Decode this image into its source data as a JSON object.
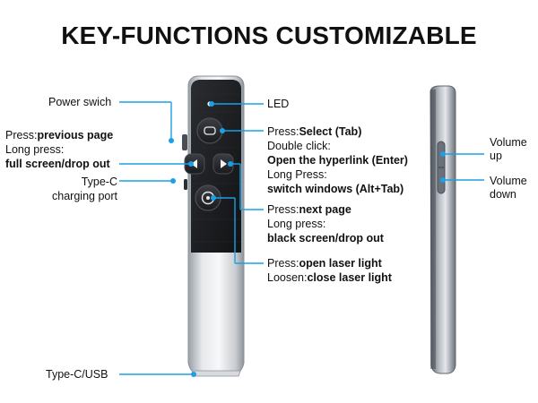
{
  "title": "KEY-FUNCTIONS CUSTOMIZABLE",
  "front_left": {
    "power_switch": "Power swich",
    "prev_press_prefix": "Press:",
    "prev_press_value": "previous page",
    "prev_long": "Long press:",
    "prev_long_value": "full screen/drop out",
    "typec_line1": "Type-C",
    "typec_line2": "charging port",
    "usb": "Type-C/USB"
  },
  "front_right": {
    "led": "LED",
    "select_prefix": "Press:",
    "select_value": "Select (Tab)",
    "double_click": "Double click:",
    "double_click_value": "Open the hyperlink (Enter)",
    "long_press": "Long Press:",
    "long_press_value": "switch windows (Alt+Tab)",
    "next_prefix": "Press:",
    "next_value": "next page",
    "next_long": "Long press:",
    "next_long_value": "black screen/drop out",
    "laser_prefix": "Press:",
    "laser_value": "open laser light",
    "laser_loosen_prefix": "Loosen:",
    "laser_loosen_value": "close laser light"
  },
  "side": {
    "vol_up_1": "Volume",
    "vol_up_2": "up",
    "vol_down_1": "Volume",
    "vol_down_2": "down"
  },
  "colors": {
    "callout": "#1aa0e6",
    "dot": "#1aa0e6"
  }
}
